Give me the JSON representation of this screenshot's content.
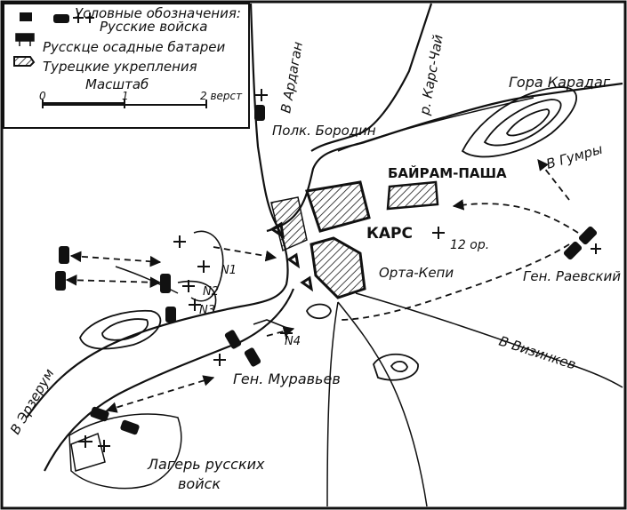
{
  "legend": {
    "title": "Условные обозначения:",
    "russian_troops": "Русские войска",
    "russian_batteries": "Русскце осадные батареи",
    "turkish_forts": "Турецкие укрепления",
    "scale_title": "Масштаб",
    "scale_0": "0",
    "scale_1": "1",
    "scale_2": "2 верст"
  },
  "labels": {
    "to_ardagan": "В Ардаган",
    "kars_chai": "р. Карс-Чай",
    "mount_karadag": "Гора Карадаг",
    "polk_borodin": "Полк. Бородин",
    "to_gumry": "В Гумры",
    "bayram_pasha": "БАЙРАМ-ПАША",
    "kars": "КАРС",
    "guns_12": "12 ор.",
    "orta_kepi": "Орта-Кепи",
    "gen_raevsky": "Ген. Раевский",
    "n1": "N1",
    "n2": "N2",
    "n3": "N3",
    "n4": "N4",
    "to_erzerum": "В Эрзерум",
    "gen_muravyev": "Ген. Муравьев",
    "to_vizinkev": "В Визинкев",
    "camp_line1": "Лагерь русских",
    "camp_line2": "войск"
  },
  "colors": {
    "ink": "#111111",
    "paper": "#ffffff"
  },
  "icons": [
    "troop-block-icon",
    "siege-battery-icon",
    "turkish-fort-icon",
    "arrow-icon"
  ]
}
